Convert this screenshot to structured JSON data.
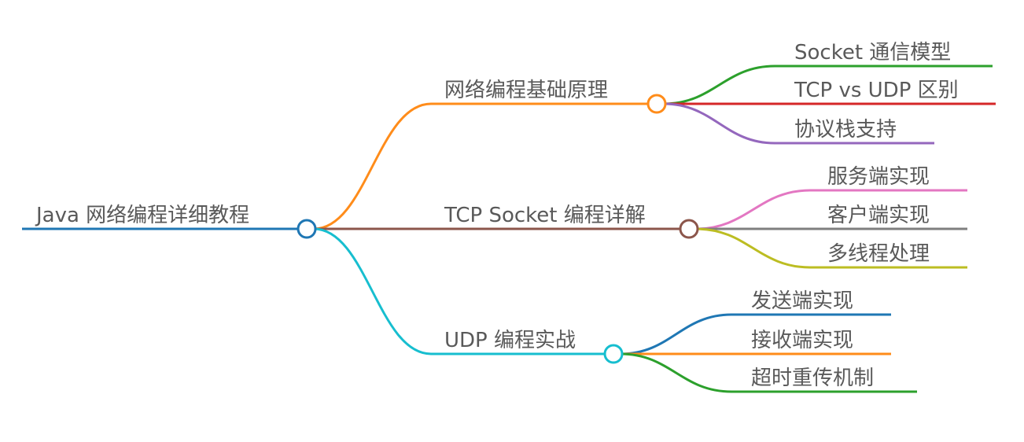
{
  "root": {
    "label": "Java 网络编程详细教程",
    "color": "#1f77b4"
  },
  "branches": [
    {
      "label": "网络编程基础原理",
      "color": "#ff8c1a",
      "children": [
        {
          "label": "Socket 通信模型",
          "color": "#2ca02c"
        },
        {
          "label": "TCP vs UDP 区别",
          "color": "#d62728"
        },
        {
          "label": "协议栈支持",
          "color": "#9467bd"
        }
      ]
    },
    {
      "label": "TCP Socket 编程详解",
      "color": "#8c564b",
      "children": [
        {
          "label": "服务端实现",
          "color": "#e377c2"
        },
        {
          "label": "客户端实现",
          "color": "#7f7f7f"
        },
        {
          "label": "多线程处理",
          "color": "#bcbd22"
        }
      ]
    },
    {
      "label": "UDP 编程实战",
      "color": "#17becf",
      "children": [
        {
          "label": "发送端实现",
          "color": "#1f77b4"
        },
        {
          "label": "接收端实现",
          "color": "#ff8c1a"
        },
        {
          "label": "超时重传机制",
          "color": "#2ca02c"
        }
      ]
    }
  ]
}
